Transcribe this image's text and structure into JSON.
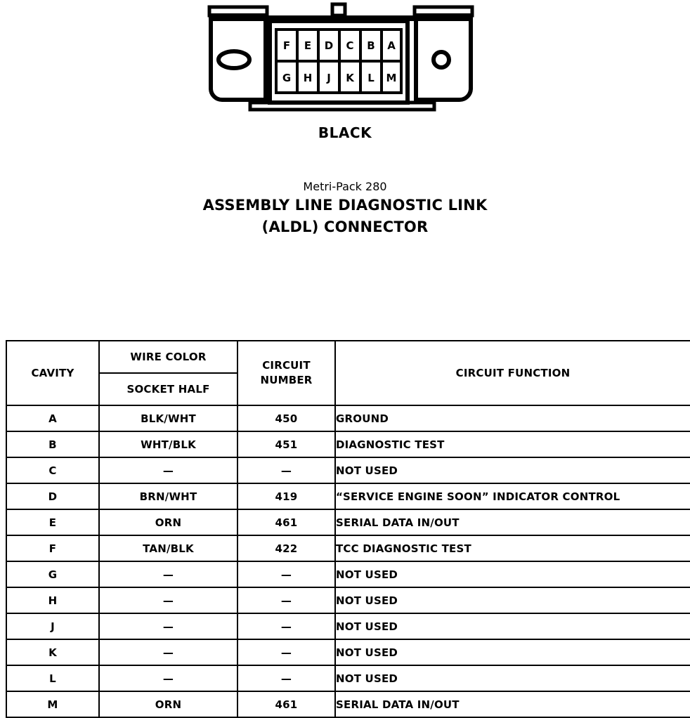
{
  "connector": {
    "name": "aldl-connector",
    "color_label": "BLACK",
    "subtitle": "Metri-Pack 280",
    "title_line1": "ASSEMBLY LINE DIAGNOSTIC LINK",
    "title_line2": "(ALDL) CONNECTOR",
    "pin_rows": [
      [
        "F",
        "E",
        "D",
        "C",
        "B",
        "A"
      ],
      [
        "G",
        "H",
        "J",
        "K",
        "L",
        "M"
      ]
    ],
    "left_hole_icon": "oval-hole-icon",
    "right_hole_icon": "round-hole-icon",
    "top_tab_icon": "locking-tab-icon"
  },
  "table": {
    "headers": {
      "cavity": "CAVITY",
      "wire_color": "WIRE COLOR",
      "socket_half": "SOCKET HALF",
      "circuit_number_line1": "CIRCUIT",
      "circuit_number_line2": "NUMBER",
      "circuit_function": "CIRCUIT FUNCTION"
    },
    "rows": [
      {
        "cavity": "A",
        "wire_color": "BLK/WHT",
        "circuit_number": "450",
        "circuit_function": "GROUND"
      },
      {
        "cavity": "B",
        "wire_color": "WHT/BLK",
        "circuit_number": "451",
        "circuit_function": "DIAGNOSTIC TEST"
      },
      {
        "cavity": "C",
        "wire_color": "—",
        "circuit_number": "—",
        "circuit_function": "NOT USED"
      },
      {
        "cavity": "D",
        "wire_color": "BRN/WHT",
        "circuit_number": "419",
        "circuit_function": "“SERVICE ENGINE SOON” INDICATOR CONTROL"
      },
      {
        "cavity": "E",
        "wire_color": "ORN",
        "circuit_number": "461",
        "circuit_function": "SERIAL DATA IN/OUT"
      },
      {
        "cavity": "F",
        "wire_color": "TAN/BLK",
        "circuit_number": "422",
        "circuit_function": "TCC DIAGNOSTIC TEST"
      },
      {
        "cavity": "G",
        "wire_color": "—",
        "circuit_number": "—",
        "circuit_function": "NOT USED"
      },
      {
        "cavity": "H",
        "wire_color": "—",
        "circuit_number": "—",
        "circuit_function": "NOT USED"
      },
      {
        "cavity": "J",
        "wire_color": "—",
        "circuit_number": "—",
        "circuit_function": "NOT USED"
      },
      {
        "cavity": "K",
        "wire_color": "—",
        "circuit_number": "—",
        "circuit_function": "NOT USED"
      },
      {
        "cavity": "L",
        "wire_color": "—",
        "circuit_number": "—",
        "circuit_function": "NOT USED"
      },
      {
        "cavity": "M",
        "wire_color": "ORN",
        "circuit_number": "461",
        "circuit_function": "SERIAL DATA IN/OUT"
      }
    ]
  },
  "colors": {
    "ink": "#000000",
    "paper": "#ffffff"
  }
}
